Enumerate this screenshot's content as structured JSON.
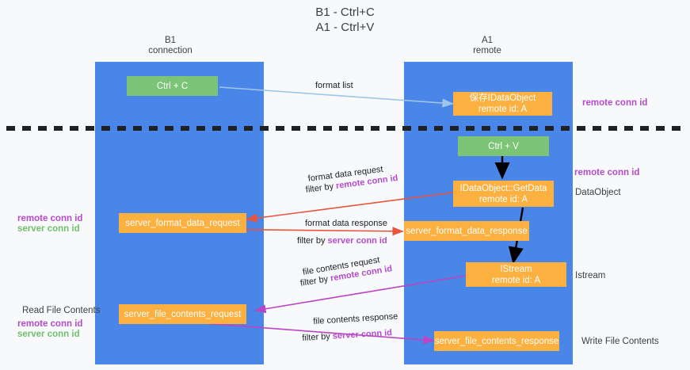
{
  "title": {
    "line1": "B1 - Ctrl+C",
    "line2": "A1 - Ctrl+V"
  },
  "lanes": [
    {
      "id": "b1",
      "name": "B1",
      "sub": "connection",
      "color": "#4a86e8"
    },
    {
      "id": "a1",
      "name": "A1",
      "sub": "remote",
      "color": "#4a86e8"
    }
  ],
  "nodes": {
    "ctrl_c": "Ctrl + C",
    "save_idataobject_l1": "保存IDataObject",
    "save_idataobject_l2": "remote id: A",
    "ctrl_v": "Ctrl + V",
    "getdata_l1": "IDataObject::GetData",
    "getdata_l2": "remote id: A",
    "server_format_data_request": "server_format_data_request",
    "server_format_data_response": "server_format_data_response",
    "istream_l1": "IStream",
    "istream_l2": "remote id: A",
    "server_file_contents_request": "server_file_contents_request",
    "server_file_contents_response": "server_file_contents_response"
  },
  "side_labels": {
    "remote_conn_id_top": "remote conn id",
    "remote_conn_id_mid": "remote conn id",
    "data_object": "DataObject",
    "istream": "Istream",
    "write_file_contents": "Write File Contents",
    "read_file_contents": "Read File Contents",
    "left_remote_conn_id_1": "remote conn id",
    "left_server_conn_id_1": "server conn id",
    "left_remote_conn_id_2": "remote conn id",
    "left_server_conn_id_2": "server conn id"
  },
  "arrows": {
    "format_list": "format list",
    "format_data_request": "format data request",
    "format_data_request_filter_prefix": "filter by ",
    "format_data_request_filter_key": "remote conn id",
    "format_data_response": "format data response",
    "format_data_response_filter_prefix": "filter by ",
    "format_data_response_filter_key": "server conn id",
    "file_contents_request": "file contents request",
    "file_contents_request_filter_prefix": "filter by ",
    "file_contents_request_filter_key": "remote conn id",
    "file_contents_response": "file contents response",
    "file_contents_response_filter_prefix": "filter by ",
    "file_contents_response_filter_key": "server conn id"
  },
  "colors": {
    "lane": "#4a86e8",
    "green_node": "#7cc576",
    "orange_node": "#fbb040",
    "magenta": "#b44bcb",
    "green_text": "#71bf6d",
    "red_arrow": "#e8543f",
    "blue_arrow": "#9fc5e8",
    "purple_arrow": "#bb45c4",
    "black_arrow": "#000000",
    "divider": "#202124",
    "background": "#f8f9fa"
  }
}
